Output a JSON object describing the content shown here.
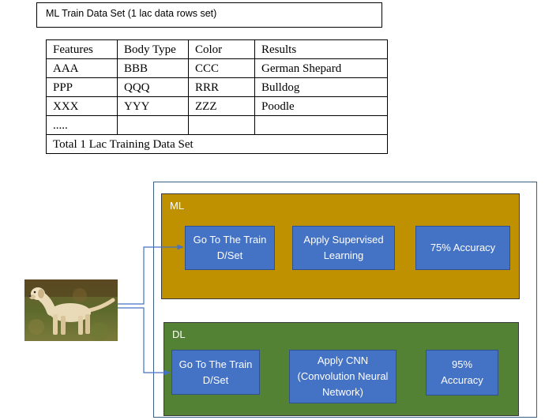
{
  "title": "ML Train Data Set (1 lac data rows set)",
  "table": {
    "headers": [
      "Features",
      "Body Type",
      "Color",
      "Results"
    ],
    "rows": [
      [
        "AAA",
        "BBB",
        "CCC",
        "German Shepard"
      ],
      [
        "PPP",
        "QQQ",
        "RRR",
        "Bulldog"
      ],
      [
        "XXX",
        "YYY",
        "ZZZ",
        "Poodle"
      ],
      [
        ".....",
        "",
        "",
        ""
      ]
    ],
    "footer": "Total 1 Lac Training Data Set"
  },
  "ml": {
    "label": "ML",
    "steps": [
      "Go To The Train D/Set",
      "Apply Supervised Learning",
      "75% Accuracy"
    ]
  },
  "dl": {
    "label": "DL",
    "steps": [
      "Go To The Train D/Set",
      "Apply CNN (Convolution Neural Network)",
      "95% Accuracy"
    ]
  },
  "colors": {
    "ml_panel": "#bf9000",
    "dl_panel": "#548235",
    "step_box": "#4472c4",
    "connector": "#4472c4"
  },
  "input_image": "dog-photo"
}
